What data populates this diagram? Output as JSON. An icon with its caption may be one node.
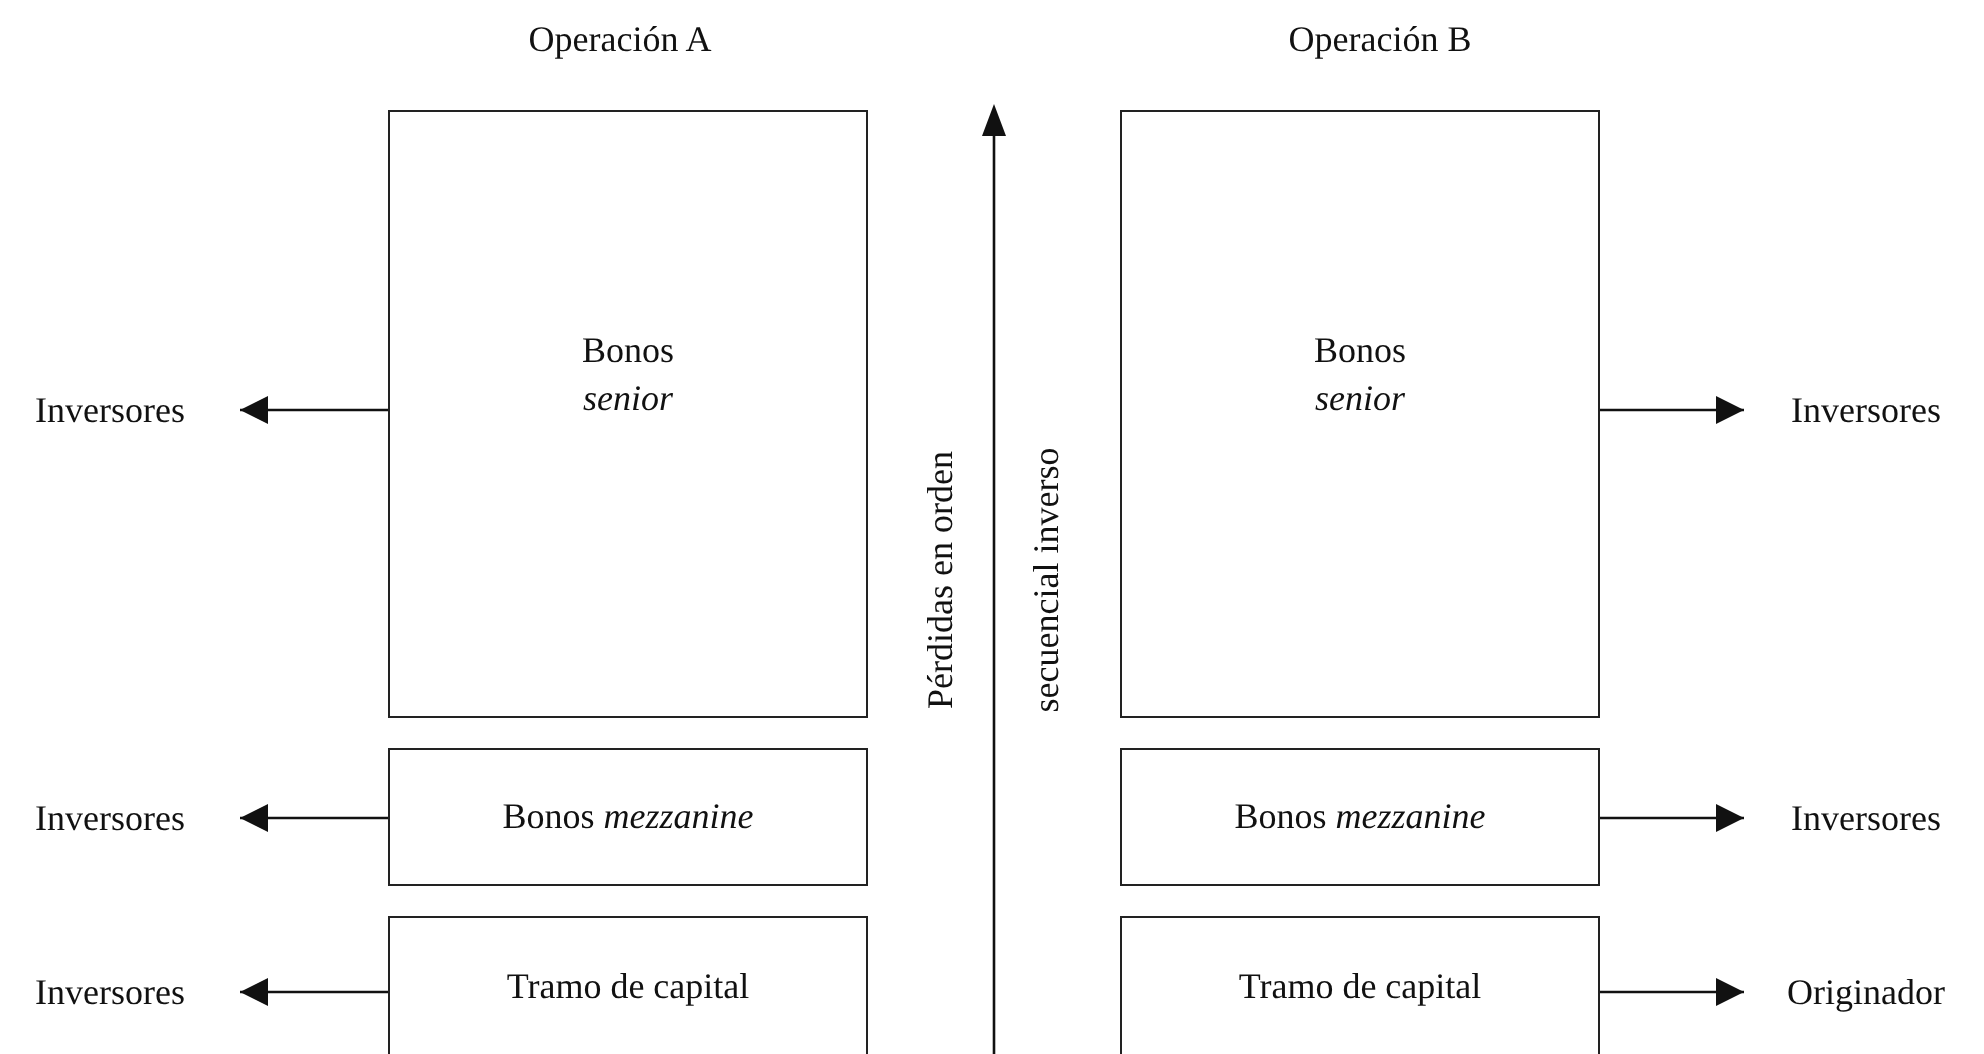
{
  "diagram": {
    "nodes": [
      {
        "text": [
          "Bonos *senior*"
        ]
      },
      {
        "text": [
          "Bonos *mezzanine*"
        ]
      },
      {
        "text": [
          "Tramo de capital"
        ]
      },
      {
        "text": [
          "Bonos *senior*"
        ]
      },
      {
        "text": [
          "Bonos *mezzanine*"
        ]
      },
      {
        "text": [
          "Tramo de capital"
        ]
      },
      {
        "text": [
          "Inversores"
        ]
      },
      {
        "text": [
          "Inversores"
        ]
      },
      {
        "text": [
          "Inversores"
        ]
      },
      {
        "text": [
          "Inversores"
        ]
      },
      {
        "text": [
          "Inversores"
        ]
      },
      {
        "text": [
          "Originador"
        ]
      }
    ],
    "edges": [
      {
        "from": 0,
        "to": 6,
        "arrow": "to"
      },
      {
        "from": 1,
        "to": 7,
        "arrow": "to"
      },
      {
        "from": 2,
        "to": 8,
        "arrow": "to"
      },
      {
        "from": 3,
        "to": 9,
        "arrow": "to"
      },
      {
        "from": 4,
        "to": 10,
        "arrow": "to"
      },
      {
        "from": 5,
        "to": 11,
        "arrow": "to"
      }
    ],
    "labels": [
      "Operación A",
      "Operación B",
      "Pérdidas en orden secuencial inverso"
    ]
  }
}
